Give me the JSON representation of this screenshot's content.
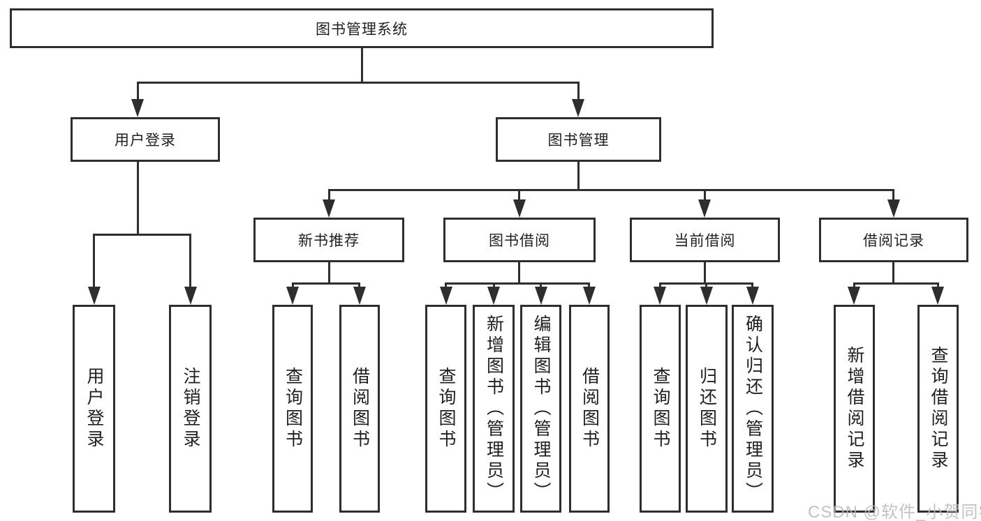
{
  "colors": {
    "line": "#2e2e2e",
    "text": "#1f1f1f",
    "bg": "#ffffff",
    "watermark": "#b9b9b9"
  },
  "watermark": {
    "text": "CSDN @软件_小贺同学"
  },
  "tree": {
    "label": "图书管理系统",
    "children": [
      {
        "label": "用户登录",
        "children": [
          {
            "label": "用户登录"
          },
          {
            "label": "注销登录"
          }
        ]
      },
      {
        "label": "图书管理",
        "children": [
          {
            "label": "新书推荐",
            "children": [
              {
                "label": "查询图书"
              },
              {
                "label": "借阅图书"
              }
            ]
          },
          {
            "label": "图书借阅",
            "children": [
              {
                "label": "查询图书"
              },
              {
                "label": "新增图书（管理员）"
              },
              {
                "label": "编辑图书（管理员）"
              },
              {
                "label": "借阅图书"
              }
            ]
          },
          {
            "label": "当前借阅",
            "children": [
              {
                "label": "查询图书"
              },
              {
                "label": "归还图书"
              },
              {
                "label": "确认归还（管理员）"
              }
            ]
          },
          {
            "label": "借阅记录",
            "children": [
              {
                "label": "新增借阅记录"
              },
              {
                "label": "查询借阅记录"
              }
            ]
          }
        ]
      }
    ]
  }
}
